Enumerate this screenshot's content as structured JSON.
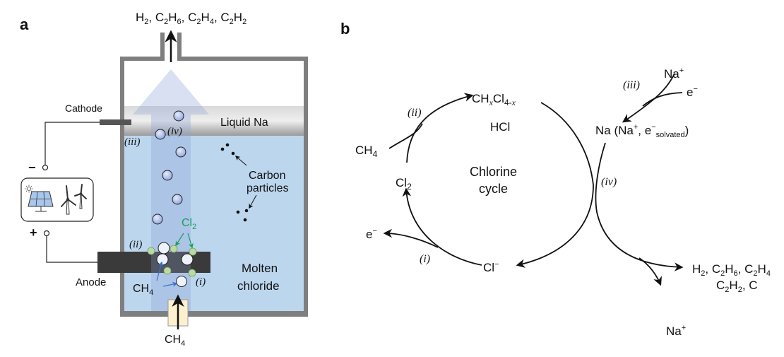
{
  "panel_a": {
    "letter": "a",
    "outlet_products": [
      "H",
      "2",
      ", C",
      "2",
      "H",
      "6",
      ", C",
      "2",
      "H",
      "4",
      ", C",
      "2",
      "H",
      "2"
    ],
    "cathode_label": "Cathode",
    "anode_label": "Anode",
    "liquid_na_label": "Liquid Na",
    "carbon_label_line1": "Carbon",
    "carbon_label_line2": "particles",
    "molten_label_line1": "Molten",
    "molten_label_line2": "chloride",
    "cl2_label": {
      "main": "Cl",
      "sub": "2"
    },
    "ch4_label": {
      "main": "CH",
      "sub": "4"
    },
    "inlet_label": {
      "main": "CH",
      "sub": "4"
    },
    "minus_sign": "−",
    "plus_sign": "+",
    "steps": {
      "i": "(i)",
      "ii": "(ii)",
      "iii": "(iii)",
      "iv": "(iv)"
    },
    "power_source_icons": [
      "sun-icon",
      "solar-panel-icon",
      "wind-turbine-icon",
      "wind-turbine-icon"
    ],
    "colors": {
      "wall": "#7f7f7f",
      "molten": "#bcd6ee",
      "na_band": "#c4c4c4",
      "anode": "#3a3a3a",
      "cl2_text": "#1a9e5a",
      "cl2_bubble": "#b9dba0",
      "ch4_arrow": "#3a6fd0",
      "inlet_tube": "#fdf0cf"
    }
  },
  "panel_b": {
    "letter": "b",
    "center_line1": "Chlorine",
    "center_line2": "cycle",
    "top_species": {
      "a": "CH",
      "x": "x",
      "b": "Cl",
      "sub": "4-",
      "xs": "x"
    },
    "hcl": "HCl",
    "ch4": {
      "main": "CH",
      "sub": "4"
    },
    "cl2": {
      "main": "Cl",
      "sub": "2"
    },
    "chloride": {
      "main": "Cl",
      "sup": "−"
    },
    "electron_out": {
      "main": "e",
      "sup": "−"
    },
    "electron_in": {
      "main": "e",
      "sup": "−"
    },
    "na_plus_in": {
      "main": "Na",
      "sup": "+"
    },
    "na_plus_out": {
      "main": "Na",
      "sup": "+"
    },
    "na_species": {
      "a": "Na (Na",
      "sup1": "+",
      "b": ", e",
      "sup2": "−",
      "sub": "solvated",
      "c": ")"
    },
    "products_line1": [
      "H",
      "2",
      ", C",
      "2",
      "H",
      "6",
      ", C",
      "2",
      "H",
      "4"
    ],
    "products_line2": [
      "C",
      "2",
      "H",
      "2",
      ", C"
    ],
    "steps": {
      "i": "(i)",
      "ii": "(ii)",
      "iii": "(iii)",
      "iv": "(iv)"
    }
  }
}
